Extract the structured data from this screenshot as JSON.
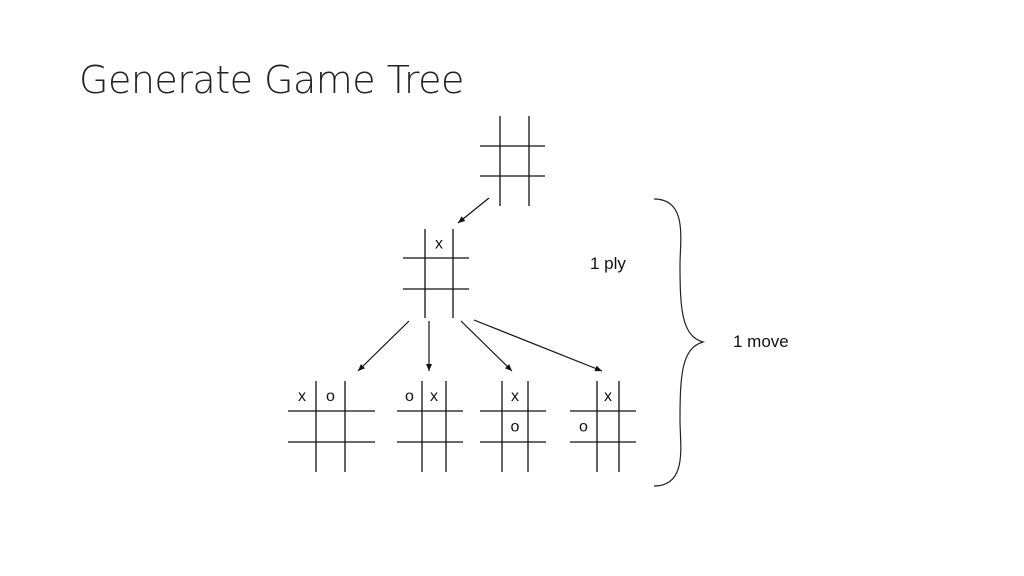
{
  "slide": {
    "title": "Generate Game Tree"
  },
  "diagram": {
    "root_board": [
      "",
      "",
      "",
      "",
      "",
      "",
      "",
      "",
      ""
    ],
    "level1_board": [
      "",
      "x",
      "",
      "",
      "",
      "",
      "",
      "",
      ""
    ],
    "level2_boards": [
      [
        "x",
        "o",
        "",
        "",
        "",
        "",
        "",
        "",
        ""
      ],
      [
        "o",
        "x",
        "",
        "",
        "",
        "",
        "",
        "",
        ""
      ],
      [
        "",
        "x",
        "",
        "",
        "o",
        "",
        "",
        "",
        ""
      ],
      [
        "",
        "x",
        "",
        "o",
        "",
        "",
        "",
        "",
        ""
      ]
    ],
    "ply_label": "1 ply",
    "move_label": "1 move"
  }
}
